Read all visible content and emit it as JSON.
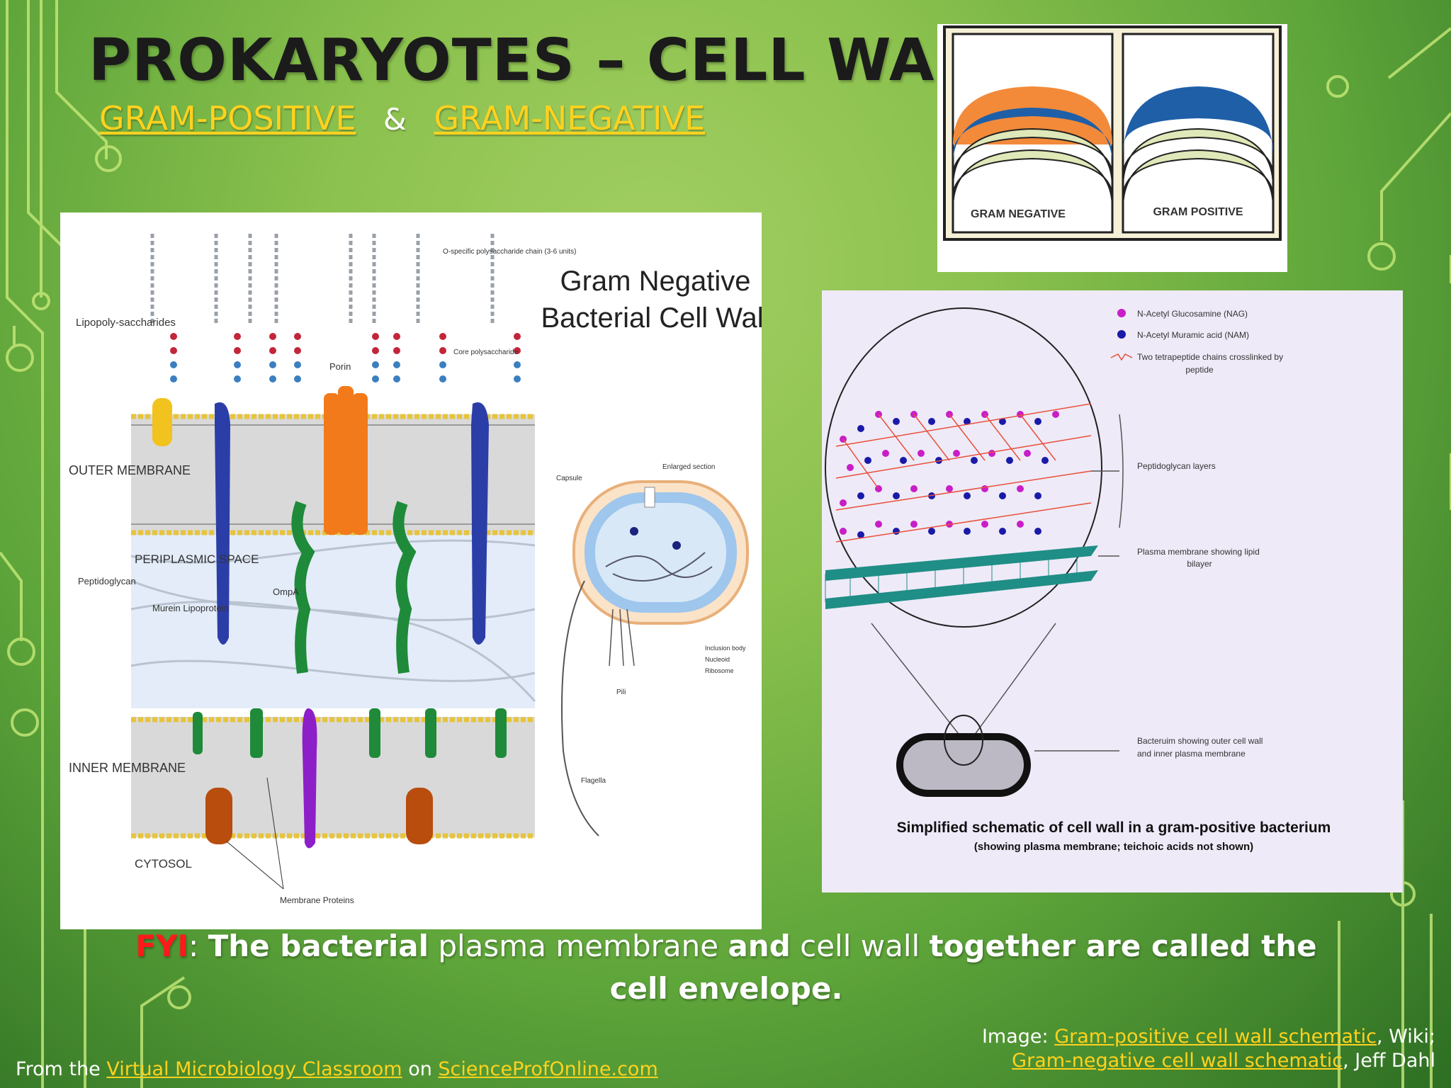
{
  "slide": {
    "title": "PROKARYOTES – CELL WALL",
    "subtitle": {
      "left": "GRAM-POSITIVE",
      "amp": "&",
      "right": "GRAM-NEGATIVE"
    },
    "colors": {
      "accent_link": "#ffd21e",
      "fyi": "#ff1a1a",
      "background": "#8bc14e"
    }
  },
  "gn_figure": {
    "title_line1": "Gram Negative",
    "title_line2": "Bacterial Cell Wall",
    "labels": {
      "lps": "Lipopoly-saccharides",
      "outer_membrane": "OUTER MEMBRANE",
      "periplasmic": "PERIPLASMIC SPACE",
      "peptidoglycan": "Peptidoglycan",
      "murein": "Murein Lipoprotein",
      "ompa": "OmpA",
      "porin": "Porin",
      "o_specific": "O-specific polysaccharide chain (3-6 units)",
      "core": "Core polysaccharide",
      "inner_membrane": "INNER MEMBRANE",
      "cytosol": "CYTOSOL",
      "membrane_proteins": "Membrane Proteins",
      "capsule": "Capsule",
      "enlarged": "Enlarged section",
      "pili": "Pili",
      "flagella": "Flagella",
      "inclusion": "Inclusion body",
      "nucleoid": "Nucleoid",
      "ribosome": "Ribosome"
    }
  },
  "gram_thumb": {
    "negative": "GRAM NEGATIVE",
    "positive": "GRAM POSITIVE"
  },
  "gp_figure": {
    "legend": {
      "nag": "N-Acetyl Glucosamine (NAG)",
      "nam": "N-Acetyl Muramic acid (NAM)",
      "tetra1": "Two tetrapeptide chains crosslinked by",
      "tetra2": "peptide"
    },
    "labels": {
      "peptidoglycan": "Peptidoglycan layers",
      "plasma1": "Plasma membrane showing lipid",
      "plasma2": "bilayer",
      "bacterium1": "Bacteruim showing outer cell wall",
      "bacterium2": "and inner plasma membrane"
    },
    "caption": "Simplified schematic of cell wall in a gram-positive bacterium",
    "subcaption": "(showing plasma membrane; teichoic acids not shown)"
  },
  "fyi": {
    "tag": "FYI",
    "colon": ": ",
    "p1": "The bacterial",
    "p2": " plasma membrane ",
    "p3": "and",
    "p4": " cell wall ",
    "p5": "together are called the",
    "p6": "cell envelope."
  },
  "credit": {
    "prefix": "Image: ",
    "link1": "Gram-positive cell wall schematic",
    "mid": ", Wiki;",
    "link2": "Gram-negative cell wall schematic",
    "suffix": ", Jeff Dahl"
  },
  "footer": {
    "prefix": "From the ",
    "link1": "Virtual Microbiology Classroom",
    "mid": " on ",
    "link2": "ScienceProfOnline.com"
  }
}
